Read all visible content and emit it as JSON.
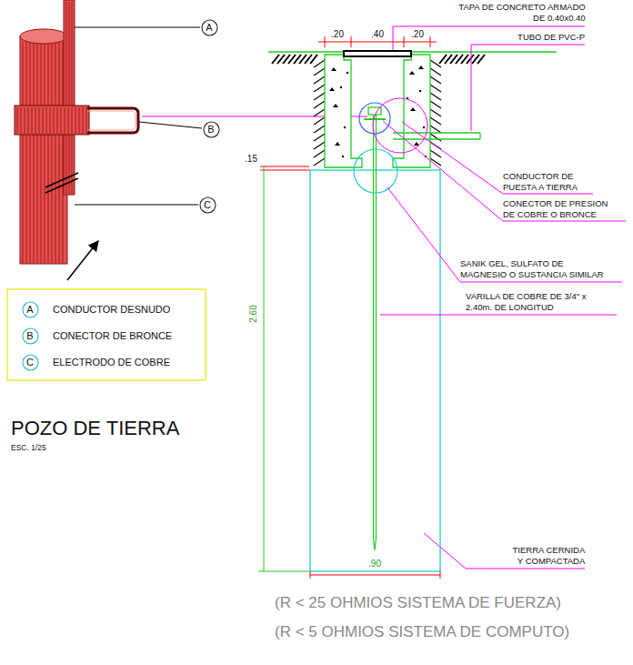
{
  "diagram": {
    "title": "POZO DE TIERRA",
    "nodes": [
      {
        "text": [
          "A"
        ]
      },
      {
        "text": [
          "B"
        ]
      },
      {
        "text": [
          "C"
        ]
      },
      {
        "text": [
          "A"
        ]
      },
      {
        "text": [
          "B"
        ]
      },
      {
        "text": [
          "C"
        ]
      }
    ],
    "labels": [
      ".20",
      ".40",
      ".20",
      "TAPA DE CONCRETO ARMADO DE 0.40x0.40",
      "TUBO DE PVC-P",
      ".15",
      "CONDUCTOR DE PUESTA A TIERRA",
      "CONECTOR DE PRESION DE COBRE O BRONCE",
      "SANIK GEL, SULFATO DE MAGNESIO O SUSTANCIA SIMILAR",
      "VARILLA DE COBRE DE 3/4\" x 2.40m. DE LONGITUD",
      "2.60",
      "TIERRA CERNIDA Y COMPACTADA",
      ".90",
      "ESC. 1/25",
      "(R < 25 OHMIOS SISTEMA DE FUERZA)",
      "(R < 5 OHMIOS SISTEMA DE COMPUTO)"
    ],
    "legend": [
      {
        "text": "CONDUCTOR DESNUDO"
      },
      {
        "text": "CONECTOR DE BRONCE"
      },
      {
        "text": "ELECTRODO DE COBRE"
      }
    ]
  }
}
